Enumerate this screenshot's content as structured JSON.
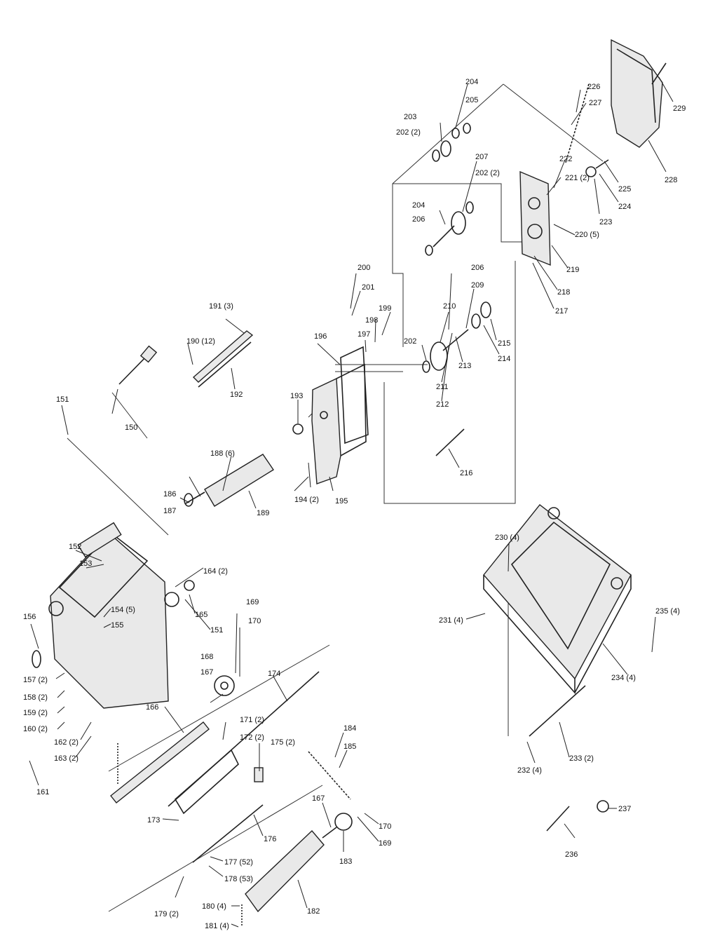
{
  "labels": [
    {
      "id": "150",
      "text": "150"
    },
    {
      "id": "151a",
      "text": "151"
    },
    {
      "id": "151b",
      "text": "151"
    },
    {
      "id": "152",
      "text": "152"
    },
    {
      "id": "153",
      "text": "153"
    },
    {
      "id": "154",
      "text": "154 (5)"
    },
    {
      "id": "155",
      "text": "155"
    },
    {
      "id": "156",
      "text": "156"
    },
    {
      "id": "157",
      "text": "157 (2)"
    },
    {
      "id": "158",
      "text": "158 (2)"
    },
    {
      "id": "159",
      "text": "159 (2)"
    },
    {
      "id": "160",
      "text": "160 (2)"
    },
    {
      "id": "161",
      "text": "161"
    },
    {
      "id": "162",
      "text": "162 (2)"
    },
    {
      "id": "163",
      "text": "163 (2)"
    },
    {
      "id": "164",
      "text": "164 (2)"
    },
    {
      "id": "165",
      "text": "165"
    },
    {
      "id": "166",
      "text": "166"
    },
    {
      "id": "167a",
      "text": "167"
    },
    {
      "id": "167b",
      "text": "167"
    },
    {
      "id": "168",
      "text": "168"
    },
    {
      "id": "169a",
      "text": "169"
    },
    {
      "id": "169b",
      "text": "169"
    },
    {
      "id": "170a",
      "text": "170"
    },
    {
      "id": "170b",
      "text": "170"
    },
    {
      "id": "171",
      "text": "171 (2)"
    },
    {
      "id": "172",
      "text": "172 (2)"
    },
    {
      "id": "173",
      "text": "173"
    },
    {
      "id": "174",
      "text": "174"
    },
    {
      "id": "175",
      "text": "175 (2)"
    },
    {
      "id": "176",
      "text": "176"
    },
    {
      "id": "177",
      "text": "177 (52)"
    },
    {
      "id": "178",
      "text": "178 (53)"
    },
    {
      "id": "179",
      "text": "179 (2)"
    },
    {
      "id": "180",
      "text": "180 (4)"
    },
    {
      "id": "181",
      "text": "181 (4)"
    },
    {
      "id": "182",
      "text": "182"
    },
    {
      "id": "183",
      "text": "183"
    },
    {
      "id": "184",
      "text": "184"
    },
    {
      "id": "185",
      "text": "185"
    },
    {
      "id": "186",
      "text": "186"
    },
    {
      "id": "187",
      "text": "187"
    },
    {
      "id": "188",
      "text": "188 (6)"
    },
    {
      "id": "189",
      "text": "189"
    },
    {
      "id": "190",
      "text": "190 (12)"
    },
    {
      "id": "191",
      "text": "191 (3)"
    },
    {
      "id": "192",
      "text": "192"
    },
    {
      "id": "193",
      "text": "193"
    },
    {
      "id": "194",
      "text": "194 (2)"
    },
    {
      "id": "195",
      "text": "195"
    },
    {
      "id": "196",
      "text": "196"
    },
    {
      "id": "197",
      "text": "197"
    },
    {
      "id": "198",
      "text": "198"
    },
    {
      "id": "199",
      "text": "199"
    },
    {
      "id": "200",
      "text": "200"
    },
    {
      "id": "201",
      "text": "201"
    },
    {
      "id": "202a",
      "text": "202 (2)"
    },
    {
      "id": "202b",
      "text": "202 (2)"
    },
    {
      "id": "202c",
      "text": "202"
    },
    {
      "id": "203",
      "text": "203"
    },
    {
      "id": "204a",
      "text": "204"
    },
    {
      "id": "204b",
      "text": "204"
    },
    {
      "id": "205",
      "text": "205"
    },
    {
      "id": "206a",
      "text": "206"
    },
    {
      "id": "206b",
      "text": "206"
    },
    {
      "id": "207",
      "text": "207"
    },
    {
      "id": "209",
      "text": "209"
    },
    {
      "id": "210",
      "text": "210"
    },
    {
      "id": "211",
      "text": "211"
    },
    {
      "id": "212",
      "text": "212"
    },
    {
      "id": "213",
      "text": "213"
    },
    {
      "id": "214",
      "text": "214"
    },
    {
      "id": "215",
      "text": "215"
    },
    {
      "id": "216",
      "text": "216"
    },
    {
      "id": "217",
      "text": "217"
    },
    {
      "id": "218",
      "text": "218"
    },
    {
      "id": "219",
      "text": "219"
    },
    {
      "id": "220",
      "text": "220 (5)"
    },
    {
      "id": "221",
      "text": "221 (2)"
    },
    {
      "id": "222",
      "text": "222"
    },
    {
      "id": "223",
      "text": "223"
    },
    {
      "id": "224",
      "text": "224"
    },
    {
      "id": "225",
      "text": "225"
    },
    {
      "id": "226",
      "text": "226"
    },
    {
      "id": "227",
      "text": "227"
    },
    {
      "id": "228",
      "text": "228"
    },
    {
      "id": "229",
      "text": "229"
    },
    {
      "id": "230",
      "text": "230 (4)"
    },
    {
      "id": "231",
      "text": "231 (4)"
    },
    {
      "id": "232",
      "text": "232 (4)"
    },
    {
      "id": "233",
      "text": "233 (2)"
    },
    {
      "id": "234",
      "text": "234 (4)"
    },
    {
      "id": "235",
      "text": "235 (4)"
    },
    {
      "id": "236",
      "text": "236"
    },
    {
      "id": "237",
      "text": "237"
    }
  ]
}
